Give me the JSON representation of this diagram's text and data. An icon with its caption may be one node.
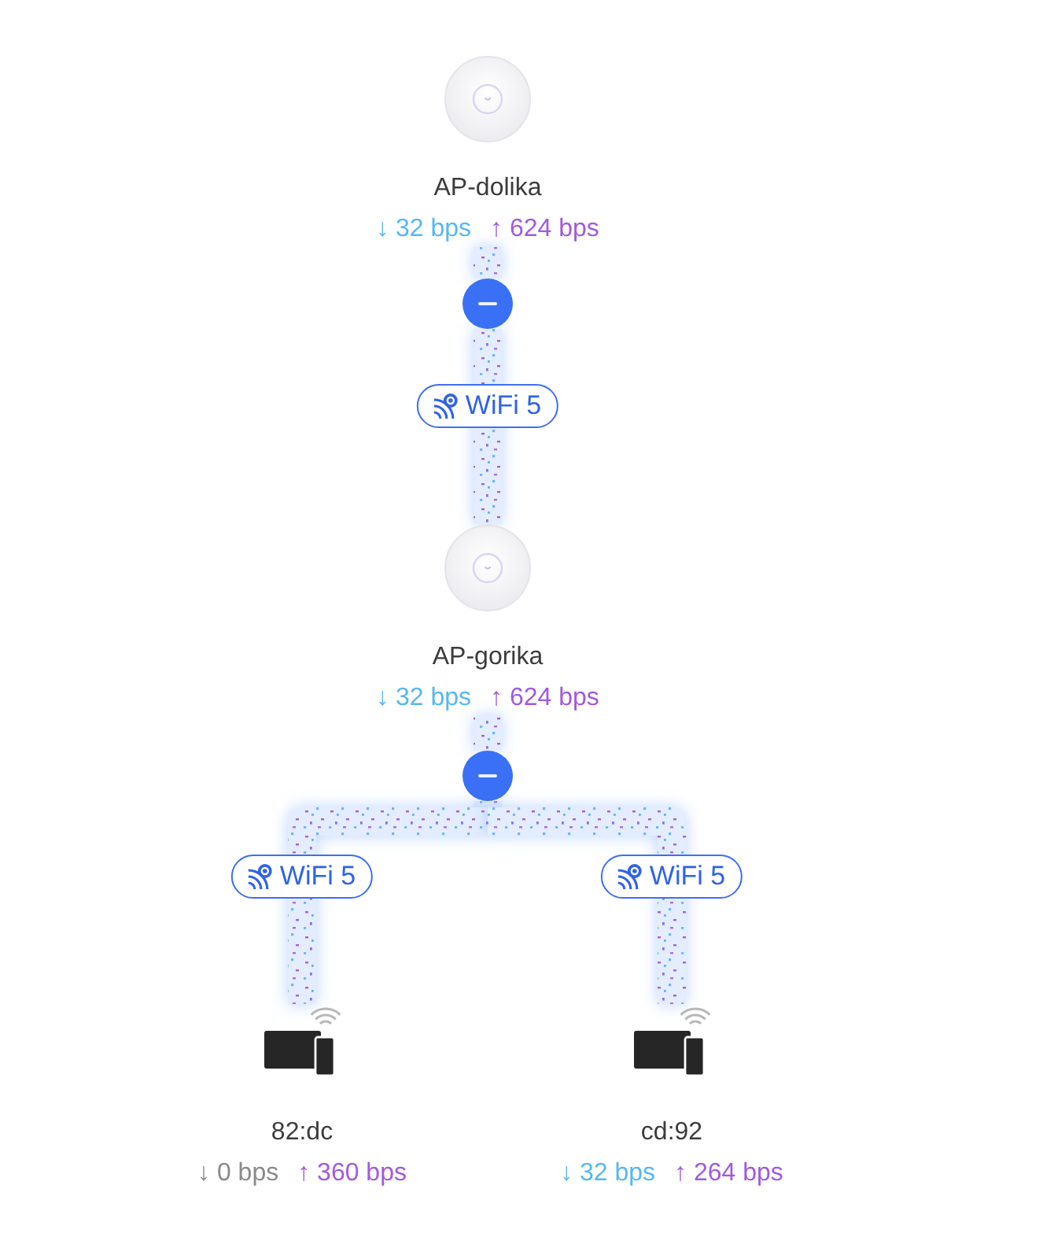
{
  "diagram": {
    "nodes": [
      {
        "text": [
          "AP-dolika",
          "↓ 32 bps",
          "↑ 624 bps"
        ]
      },
      {
        "text": [],
        "shape": "circle"
      },
      {
        "text": [
          "AP-gorika",
          "↓ 32 bps",
          "↑ 624 bps"
        ]
      },
      {
        "text": [],
        "shape": "circle"
      },
      {
        "text": [
          "82:dc",
          "↓ 0 bps",
          "↑ 360 bps"
        ]
      },
      {
        "text": [
          "cd:92",
          "↓ 32 bps",
          "↑ 264 bps"
        ]
      }
    ],
    "edges": [
      {
        "from": 0,
        "to": 1,
        "arrow": "none"
      },
      {
        "from": 1,
        "to": 2,
        "arrow": "none",
        "label": "WiFi 5"
      },
      {
        "from": 2,
        "to": 3,
        "arrow": "none"
      },
      {
        "from": 3,
        "to": 4,
        "arrow": "none",
        "label": "WiFi 5"
      },
      {
        "from": 3,
        "to": 5,
        "arrow": "none",
        "label": "WiFi 5"
      }
    ]
  }
}
